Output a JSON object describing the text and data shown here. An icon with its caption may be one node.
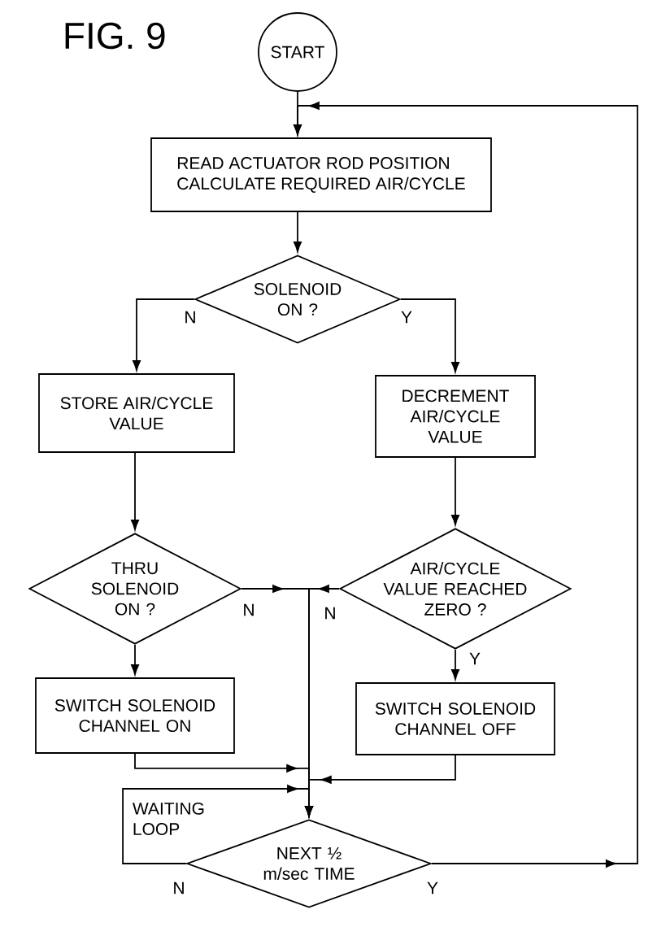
{
  "diagram": {
    "title": "FIG. 9",
    "nodes": [
      {
        "text": [
          "START"
        ]
      },
      {
        "text": [
          "READ ACTUATOR ROD POSITION",
          "CALCULATE REQUIRED AIR/CYCLE"
        ]
      },
      {
        "text": [
          "SOLENOID ON ?"
        ]
      },
      {
        "text": [
          "STORE AIR/CYCLE VALUE"
        ]
      },
      {
        "text": [
          "DECREMENT AIR/CYCLE VALUE"
        ]
      },
      {
        "text": [
          "THRU SOLENOID ON ?"
        ]
      },
      {
        "text": [
          "AIR/CYCLE VALUE REACHED ZERO ?"
        ]
      },
      {
        "text": [
          "SWITCH SOLENOID CHANNEL ON"
        ]
      },
      {
        "text": [
          "SWITCH SOLENOID CHANNEL OFF"
        ]
      },
      {
        "text": [
          "NEXT ½ m/sec TIME"
        ]
      }
    ],
    "edges": [
      {
        "from": 0,
        "to": 1,
        "arrow": "to"
      },
      {
        "from": 1,
        "to": 2,
        "arrow": "to"
      },
      {
        "from": 2,
        "to": 3,
        "arrow": "to",
        "label": "N"
      },
      {
        "from": 2,
        "to": 4,
        "arrow": "to",
        "label": "Y"
      },
      {
        "from": 3,
        "to": 5,
        "arrow": "to"
      },
      {
        "from": 4,
        "to": 6,
        "arrow": "to"
      },
      {
        "from": 5,
        "to": 7,
        "arrow": "to"
      },
      {
        "from": 6,
        "to": 8,
        "arrow": "to",
        "label": "Y"
      },
      {
        "from": 5,
        "to": 9,
        "arrow": "to",
        "label": "N"
      },
      {
        "from": 6,
        "to": 9,
        "arrow": "to",
        "label": "N"
      },
      {
        "from": 7,
        "to": 9,
        "arrow": "to"
      },
      {
        "from": 8,
        "to": 9,
        "arrow": "to"
      },
      {
        "from": 9,
        "to": 9,
        "arrow": "to",
        "label": "N"
      },
      {
        "from": 9,
        "to": 1,
        "arrow": "to",
        "label": "Y"
      }
    ],
    "labels": [
      "WAITING LOOP"
    ]
  }
}
